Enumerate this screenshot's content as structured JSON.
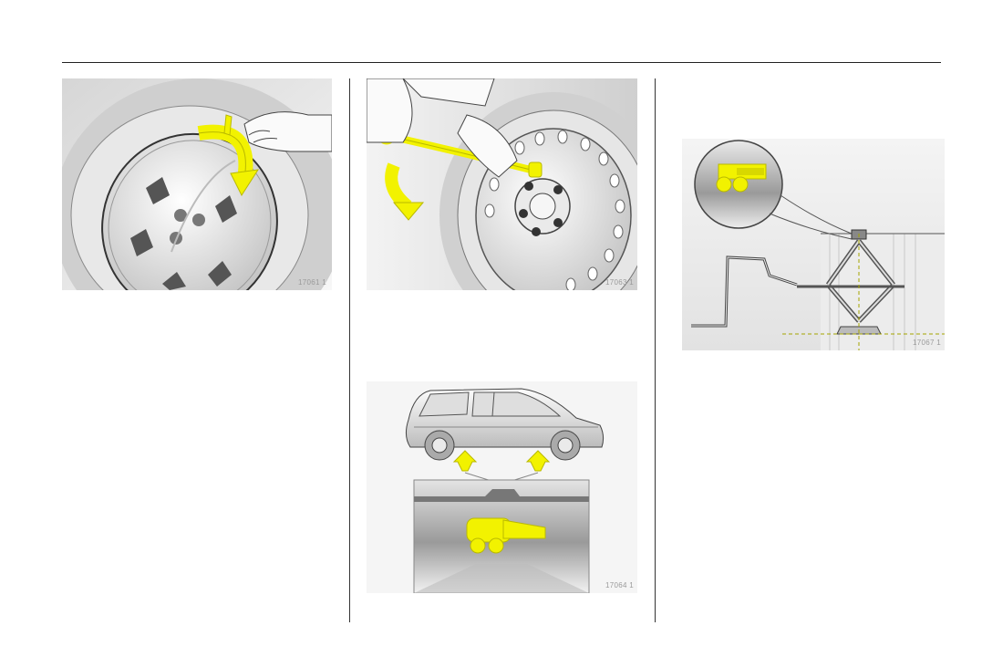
{
  "figures": {
    "wheel_cover": {
      "code": "17061 1"
    },
    "wheel_bolts": {
      "code": "17063 1"
    },
    "jack_points": {
      "code": "17064 1"
    },
    "jack_position": {
      "code": "17067 1"
    }
  },
  "colors": {
    "highlight_yellow": "#f2f200",
    "highlight_outline": "#b9b900",
    "line": "#333333",
    "shade_dark": "#9a9a9a",
    "shade_light": "#f4f4f4"
  }
}
